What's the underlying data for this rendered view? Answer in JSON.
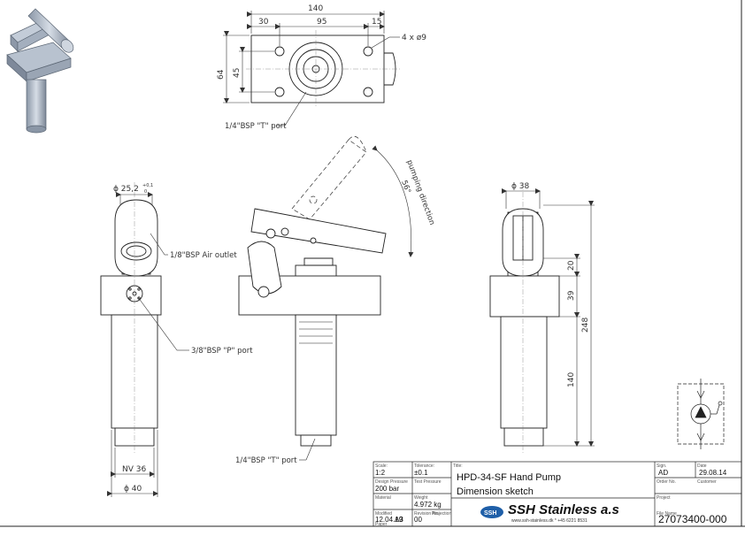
{
  "top_view": {
    "dim_total": "140",
    "dim_left": "30",
    "dim_mid": "95",
    "dim_right": "15",
    "dim_height_outer": "64",
    "dim_height_inner": "45",
    "holes_label": "4 x ø9",
    "port_label": "1/4\"BSP \"T\" port"
  },
  "left_view": {
    "dia_top": "ϕ 25,2",
    "tol_plus": "+0,1",
    "tol_zero": "0",
    "air_outlet": "1/8\"BSP Air outlet",
    "p_port": "3/8\"BSP \"P\" port",
    "nv": "NV 36",
    "dia_bottom": "ϕ 40"
  },
  "middle_view": {
    "pumping": "pumping direction",
    "angle": "56°",
    "t_port": "1/4\"BSP \"T\" port"
  },
  "right_view": {
    "dia": "ϕ 38",
    "d20": "20",
    "d39": "39",
    "d248": "248",
    "d140": "140"
  },
  "title_block": {
    "scale_cap": "Scale:",
    "scale": "1:2",
    "tol_cap": "Tolerance:",
    "tol": "±0.1",
    "dp_cap": "Design Pressure",
    "dp": "200 bar",
    "tp_cap": "Test Pressure",
    "tp": "",
    "mat_cap": "Material",
    "mat": "",
    "weight_cap": "Weight",
    "weight": "4.972 kg",
    "mod_cap": "Modified",
    "mod": "12.04.19",
    "rev_cap": "Revision No.",
    "rev": "00",
    "paper_cap": "Paper",
    "paper": "A3",
    "proj_cap": "Projection",
    "title_cap": "Title:",
    "title": "HPD-34-SF Hand Pump",
    "subtitle": "Dimension sketch",
    "brand": "SSH Stainless a.s",
    "brand_logo": "SSH",
    "brand_sub": "www.ssh-stainless.dk * +45 6221 8531",
    "sign_cap": "Sign.",
    "sign": "AD",
    "date_cap": "Date",
    "date": "29.08.14",
    "order_cap": "Order No.",
    "cust_cap": "Customer",
    "project_cap": "Project",
    "file_cap": "File Name",
    "file": "27073400-000"
  }
}
